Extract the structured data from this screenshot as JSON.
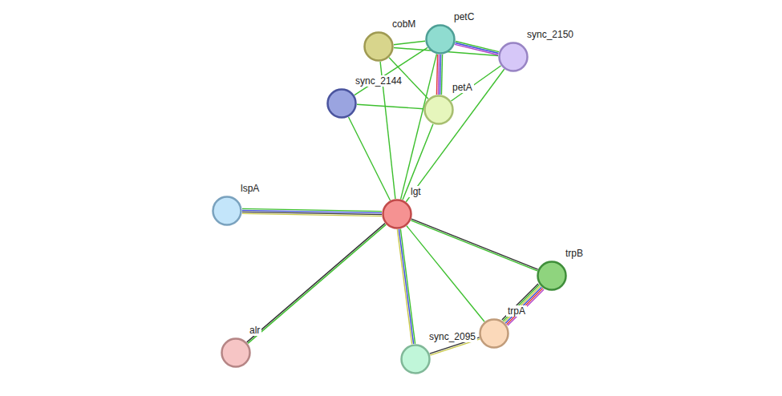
{
  "diagram": {
    "nodes": [
      {
        "text": [
          "cobM"
        ]
      },
      {
        "text": [
          "petC"
        ]
      },
      {
        "text": [
          "sync_2150"
        ]
      },
      {
        "text": [
          "sync_2144"
        ]
      },
      {
        "text": [
          "petA"
        ]
      },
      {
        "text": [
          "lspA"
        ]
      },
      {
        "text": [
          "lgt"
        ]
      },
      {
        "text": [
          "trpB"
        ]
      },
      {
        "text": [
          "trpA"
        ]
      },
      {
        "text": [
          "alr"
        ]
      },
      {
        "text": [
          "sync_2095"
        ]
      }
    ],
    "edges": [
      {
        "from": 0,
        "to": 1,
        "arrow": "none"
      },
      {
        "from": 0,
        "to": 2,
        "arrow": "none"
      },
      {
        "from": 0,
        "to": 4,
        "arrow": "none"
      },
      {
        "from": 0,
        "to": 6,
        "arrow": "none"
      },
      {
        "from": 1,
        "to": 2,
        "arrow": "none"
      },
      {
        "from": 1,
        "to": 3,
        "arrow": "none"
      },
      {
        "from": 1,
        "to": 4,
        "arrow": "none"
      },
      {
        "from": 1,
        "to": 6,
        "arrow": "none"
      },
      {
        "from": 2,
        "to": 4,
        "arrow": "none"
      },
      {
        "from": 2,
        "to": 6,
        "arrow": "none"
      },
      {
        "from": 3,
        "to": 4,
        "arrow": "none"
      },
      {
        "from": 3,
        "to": 6,
        "arrow": "none"
      },
      {
        "from": 4,
        "to": 6,
        "arrow": "none"
      },
      {
        "from": 5,
        "to": 6,
        "arrow": "none"
      },
      {
        "from": 6,
        "to": 7,
        "arrow": "none"
      },
      {
        "from": 6,
        "to": 8,
        "arrow": "none"
      },
      {
        "from": 6,
        "to": 9,
        "arrow": "none"
      },
      {
        "from": 6,
        "to": 10,
        "arrow": "none"
      },
      {
        "from": 8,
        "to": 7,
        "arrow": "none"
      },
      {
        "from": 10,
        "to": 8,
        "arrow": "none"
      }
    ]
  }
}
